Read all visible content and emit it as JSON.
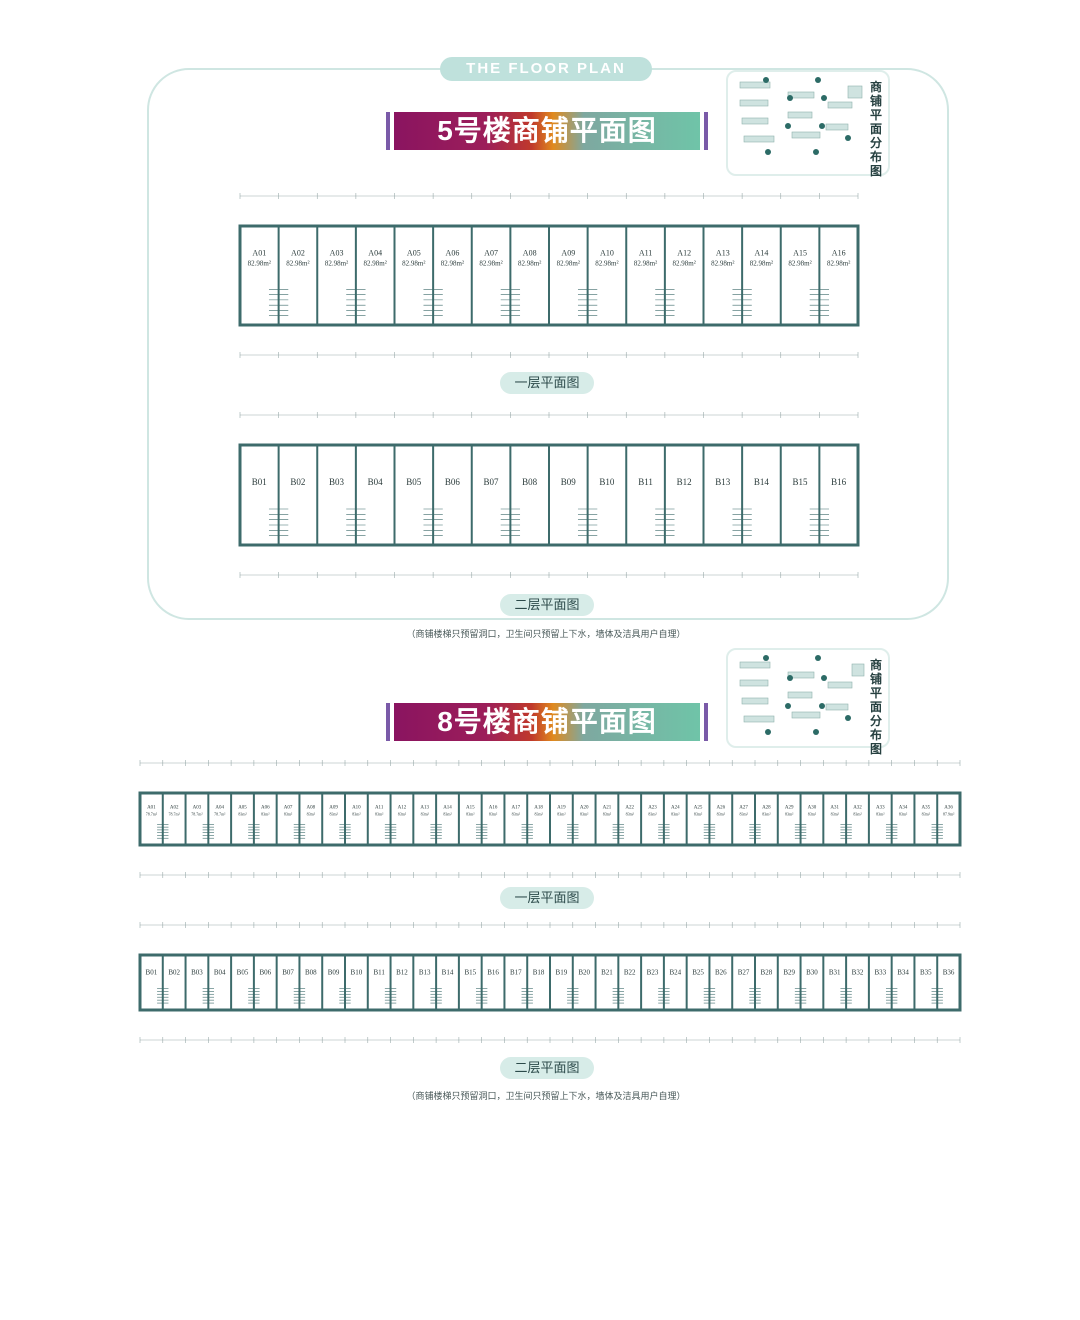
{
  "header": {
    "pill": "THE FLOOR PLAN"
  },
  "building5": {
    "title": "5号楼商铺平面图",
    "map_label": "商铺平面分布图",
    "floor1": {
      "label": "一层平面图",
      "units": [
        "A01",
        "A02",
        "A03",
        "A04",
        "A05",
        "A06",
        "A07",
        "A08",
        "A09",
        "A10",
        "A11",
        "A12",
        "A13",
        "A14",
        "A15",
        "A16"
      ],
      "area": "82.98m²"
    },
    "floor2": {
      "label": "二层平面图",
      "units": [
        "B01",
        "B02",
        "B03",
        "B04",
        "B05",
        "B06",
        "B07",
        "B08",
        "B09",
        "B10",
        "B11",
        "B12",
        "B13",
        "B14",
        "B15",
        "B16"
      ]
    },
    "note": "（商铺楼梯只预留洞口，卫生间只预留上下水，墙体及洁具用户自理）"
  },
  "building8": {
    "title": "8号楼商铺平面图",
    "map_label": "商铺平面分布图",
    "floor1": {
      "label": "一层平面图",
      "units": [
        "A01",
        "A02",
        "A03",
        "A04",
        "A05",
        "A06",
        "A07",
        "A08",
        "A09",
        "A10",
        "A11",
        "A12",
        "A13",
        "A14",
        "A15",
        "A16",
        "A17",
        "A18",
        "A19",
        "A20",
        "A21",
        "A22",
        "A23",
        "A24",
        "A25",
        "A26",
        "A27",
        "A28",
        "A29",
        "A30",
        "A31",
        "A32",
        "A33",
        "A34",
        "A35",
        "A36"
      ],
      "areas": [
        "78.7m²",
        "78.7m²",
        "78.7m²",
        "78.7m²",
        "83m²",
        "83m²",
        "83m²",
        "83m²",
        "83m²",
        "83m²",
        "83m²",
        "83m²",
        "83m²",
        "83m²",
        "83m²",
        "83m²",
        "83m²",
        "83m²",
        "83m²",
        "83m²",
        "83m²",
        "83m²",
        "83m²",
        "83m²",
        "83m²",
        "83m²",
        "83m²",
        "83m²",
        "83m²",
        "83m²",
        "83m²",
        "83m²",
        "83m²",
        "83m²",
        "83m²",
        "87.9m²"
      ]
    },
    "floor2": {
      "label": "二层平面图",
      "units": [
        "B01",
        "B02",
        "B03",
        "B04",
        "B05",
        "B06",
        "B07",
        "B08",
        "B09",
        "B10",
        "B11",
        "B12",
        "B13",
        "B14",
        "B15",
        "B16",
        "B17",
        "B18",
        "B19",
        "B20",
        "B21",
        "B22",
        "B23",
        "B24",
        "B25",
        "B26",
        "B27",
        "B28",
        "B29",
        "B30",
        "B31",
        "B32",
        "B33",
        "B34",
        "B35",
        "B36"
      ]
    },
    "note": "（商铺楼梯只预留洞口，卫生间只预留上下水，墙体及洁具用户自理）"
  },
  "colors": {
    "wall": "#3d6b6b",
    "accent": "#bfe1dc",
    "label_bg": "#d7ece8"
  }
}
